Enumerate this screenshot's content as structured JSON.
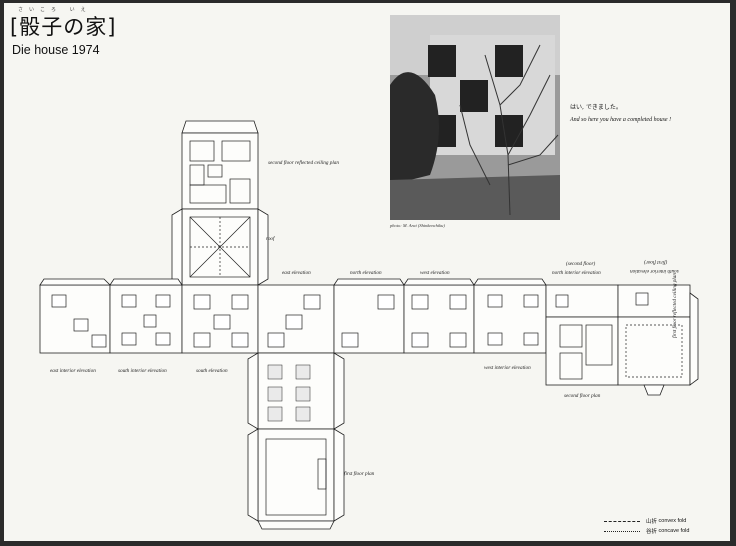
{
  "header": {
    "title_ja": "[骰子の家]",
    "ruby": "さいころ いえ",
    "title_en": "Die house 1974"
  },
  "photo": {
    "credit": "photo: M. Arai (Shinkenchiku)"
  },
  "caption": {
    "ja": "はい, できました。",
    "en": "And so here you have a completed house !"
  },
  "labels": {
    "second_floor_reflected_ceiling_plan": "second floor reflected ceiling plan",
    "roof": "roof",
    "east_elevation": "east elevation",
    "north_elevation": "north elevation",
    "west_elevation": "west elevation",
    "second_floor_prefix": "(second floor)",
    "north_interior_elevation": "north interior elevation",
    "first_floor_suffix": "(first floor)",
    "south_interior_elevation_flipped": "south interior elevation",
    "east_interior_elevation": "east interior elevation",
    "south_interior_elevation": "south interior elevation",
    "south_elevation": "south elevation",
    "west_interior_elevation": "west interior elevation",
    "second_floor_plan": "second floor plan",
    "first_floor_reflected_ceiling_plan": "first floor reflected ceiling plan",
    "first_floor_plan": "first floor plan"
  },
  "legend": [
    {
      "ja": "山折",
      "en": "convex fold"
    },
    {
      "ja": "谷折",
      "en": "concave fold"
    }
  ]
}
